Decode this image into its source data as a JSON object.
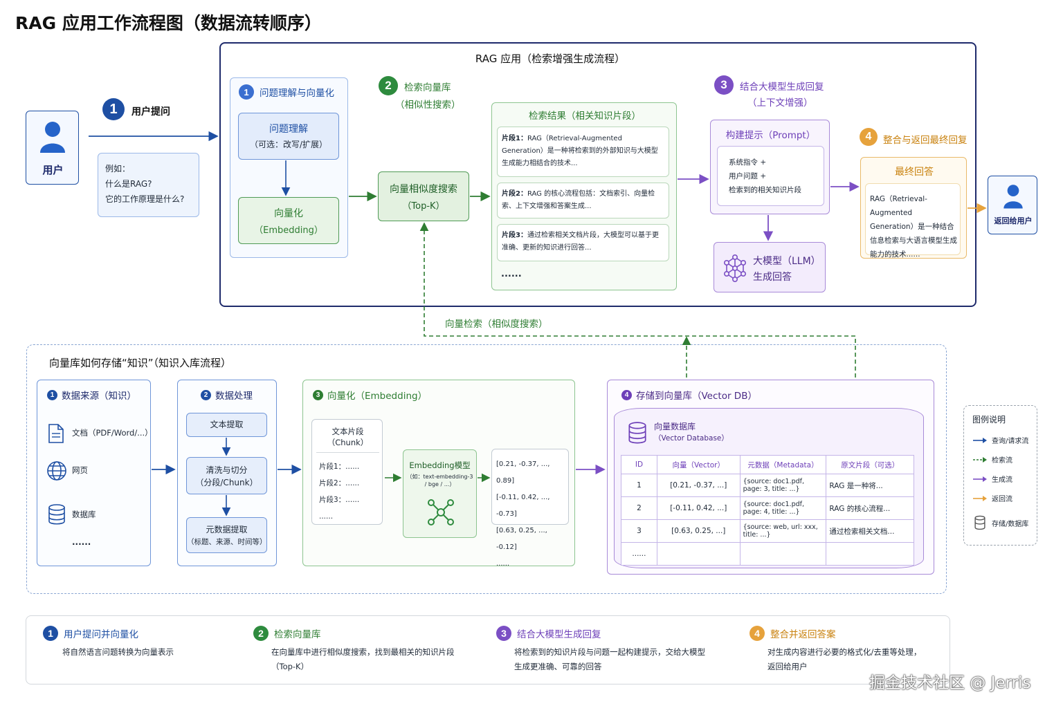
{
  "title": "RAG 应用工作流程图（数据流转顺序）",
  "rag_app": {
    "title": "RAG 应用（检索增强生成流程）",
    "user": {
      "label": "用户"
    },
    "step1": {
      "num": "1",
      "label": "用户提问"
    },
    "example": {
      "line1": "例如：",
      "line2": "什么是RAG?",
      "line3": "它的工作原理是什么?"
    },
    "understand_panel": {
      "num": "1",
      "title": "问题理解与向量化",
      "box1": {
        "title": "问题理解",
        "sub": "（可选：改写/扩展）"
      },
      "box2": {
        "title": "向量化",
        "sub": "（Embedding）"
      }
    },
    "step2": {
      "num": "2",
      "line1": "检索向量库",
      "line2": "（相似性搜索）"
    },
    "similarity": {
      "line1": "向量相似度搜索",
      "line2": "（Top-K）"
    },
    "results": {
      "title": "检索结果（相关知识片段）",
      "frags": [
        {
          "head": "片段1：",
          "text": "RAG（Retrieval-Augmented Generation）是一种将检索到的外部知识与大模型生成能力相结合的技术..."
        },
        {
          "head": "片段2：",
          "text": "RAG 的核心流程包括：文档索引、向量检索、上下文增强和答案生成..."
        },
        {
          "head": "片段3：",
          "text": "通过检索相关文档片段，大模型可以基于更准确、更新的知识进行回答..."
        }
      ],
      "more": "......"
    },
    "step3": {
      "num": "3",
      "line1": "结合大模型生成回复",
      "line2": "（上下文增强）"
    },
    "prompt": {
      "title": "构建提示（Prompt）",
      "l1": "系统指令 +",
      "l2": "用户问题 +",
      "l3": "检索到的相关知识片段"
    },
    "llm": {
      "line1": "大模型（LLM）",
      "line2": "生成回答"
    },
    "step4": {
      "num": "4",
      "label": "整合与返回最终回复"
    },
    "final": {
      "title": "最终回答",
      "text": "RAG（Retrieval-Augmented Generation）是一种结合信息检索与大语言模型生成能力的技术......"
    },
    "return_user": {
      "label": "返回给用户"
    }
  },
  "vector_search_label": "向量检索（相似度搜索）",
  "kb": {
    "title": "向量库如何存储“知识”（知识入库流程）",
    "src": {
      "num": "1",
      "title": "数据来源（知识）",
      "doc": "文档（PDF/Word/...）",
      "web": "网页",
      "db": "数据库",
      "more": "......"
    },
    "proc": {
      "num": "2",
      "title": "数据处理",
      "extract": "文本提取",
      "clean1": "清洗与切分",
      "clean2": "（分段/Chunk）",
      "meta1": "元数据提取",
      "meta2": "（标题、来源、时间等）"
    },
    "emb": {
      "num": "3",
      "title": "向量化（Embedding）",
      "chunk_title1": "文本片段",
      "chunk_title2": "（Chunk）",
      "chunks": [
        "片段1：......",
        "片段2：......",
        "片段3：......",
        "......"
      ],
      "model1": "Embedding模型",
      "model2": "（如：text-embedding-3",
      "model3": "/ bge / ...）",
      "vectors": [
        "[0.21, -0.37, ..., 0.89]",
        "[-0.11, 0.42, ..., -0.73]",
        "[0.63, 0.25, ..., -0.12]",
        "......"
      ]
    },
    "store": {
      "num": "4",
      "title": "存储到向量库（Vector DB）",
      "db_title": "向量数据库",
      "db_sub": "（Vector Database）",
      "headers": [
        "ID",
        "向量（Vector）",
        "元数据（Metadata）",
        "原文片段（可选）"
      ],
      "rows": [
        [
          "1",
          "[0.21, -0.37, ...]",
          "{source: doc1.pdf, page: 3, title: ...}",
          "RAG 是一种将..."
        ],
        [
          "2",
          "[-0.11, 0.42, ...]",
          "{source: doc1.pdf, page: 4, title: ...}",
          "RAG 的核心流程..."
        ],
        [
          "3",
          "[0.63, 0.25, ...]",
          "{source: web, url: xxx, title: ...}",
          "通过检索相关文档..."
        ],
        [
          "......",
          "",
          "",
          ""
        ]
      ]
    }
  },
  "legend": {
    "title": "图例说明",
    "items": [
      "查询/请求流",
      "检索流",
      "生成流",
      "返回流",
      "存储/数据库"
    ]
  },
  "summary": [
    {
      "num": "1",
      "title": "用户提问并向量化",
      "l1": "将自然语言问题转换为向量表示",
      "l2": ""
    },
    {
      "num": "2",
      "title": "检索向量库",
      "l1": "在向量库中进行相似度搜索，找到最相关的知识片段",
      "l2": "（Top-K）"
    },
    {
      "num": "3",
      "title": "结合大模型生成回复",
      "l1": "将检索到的知识片段与问题一起构建提示，交给大模型",
      "l2": "生成更准确、可靠的回答"
    },
    {
      "num": "4",
      "title": "整合并返回答案",
      "l1": "对生成内容进行必要的格式化/去重等处理，",
      "l2": "返回给用户"
    }
  ],
  "watermark": "掘金技术社区 @ Jerris",
  "colors": {
    "blue": "#1e4fa3",
    "green": "#2e7d32",
    "purple": "#7b4fc4",
    "orange": "#e6a23c",
    "navy": "#1e2a6b"
  }
}
